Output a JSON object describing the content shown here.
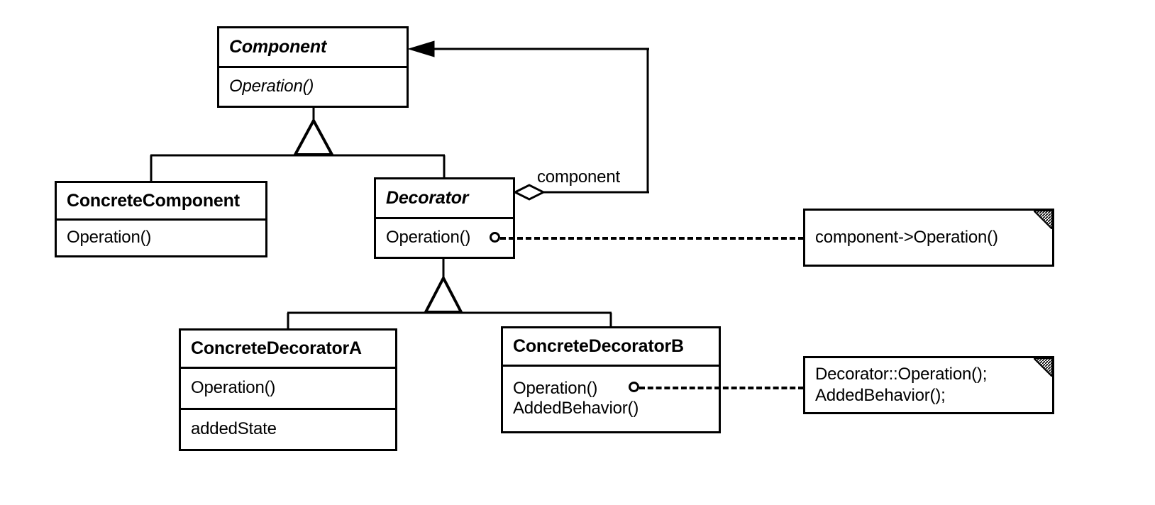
{
  "diagram": {
    "title": "Decorator pattern UML class diagram",
    "line_color": "#000000",
    "fill_color": "#ffffff"
  },
  "classes": [
    {
      "id": "component",
      "name": "Component",
      "abstract": true,
      "operations": [
        "Operation()"
      ]
    },
    {
      "id": "concrete-component",
      "name": "ConcreteComponent",
      "abstract": false,
      "operations": [
        "Operation()"
      ]
    },
    {
      "id": "decorator",
      "name": "Decorator",
      "abstract": true,
      "operations": [
        "Operation()"
      ]
    },
    {
      "id": "concrete-decorator-a",
      "name": "ConcreteDecoratorA",
      "abstract": false,
      "operations": [
        "Operation()"
      ],
      "attributes": [
        "addedState"
      ]
    },
    {
      "id": "concrete-decorator-b",
      "name": "ConcreteDecoratorB",
      "abstract": false,
      "operations": [
        "Operation()",
        "AddedBehavior()"
      ]
    }
  ],
  "associations": [
    {
      "id": "decorator-component-aggregation",
      "label": "component",
      "kind": "aggregation",
      "from": "decorator",
      "to": "component"
    }
  ],
  "notes": [
    {
      "id": "note-decorator-operation",
      "attached_to": "decorator.Operation()",
      "lines": [
        "component->Operation()"
      ]
    },
    {
      "id": "note-concrete-decorator-b-operation",
      "attached_to": "concrete-decorator-b.Operation()",
      "lines": [
        "Decorator::Operation();",
        "AddedBehavior();"
      ]
    }
  ],
  "generalizations": [
    {
      "parent": "component",
      "children": [
        "concrete-component",
        "decorator"
      ]
    },
    {
      "parent": "decorator",
      "children": [
        "concrete-decorator-a",
        "concrete-decorator-b"
      ]
    }
  ]
}
